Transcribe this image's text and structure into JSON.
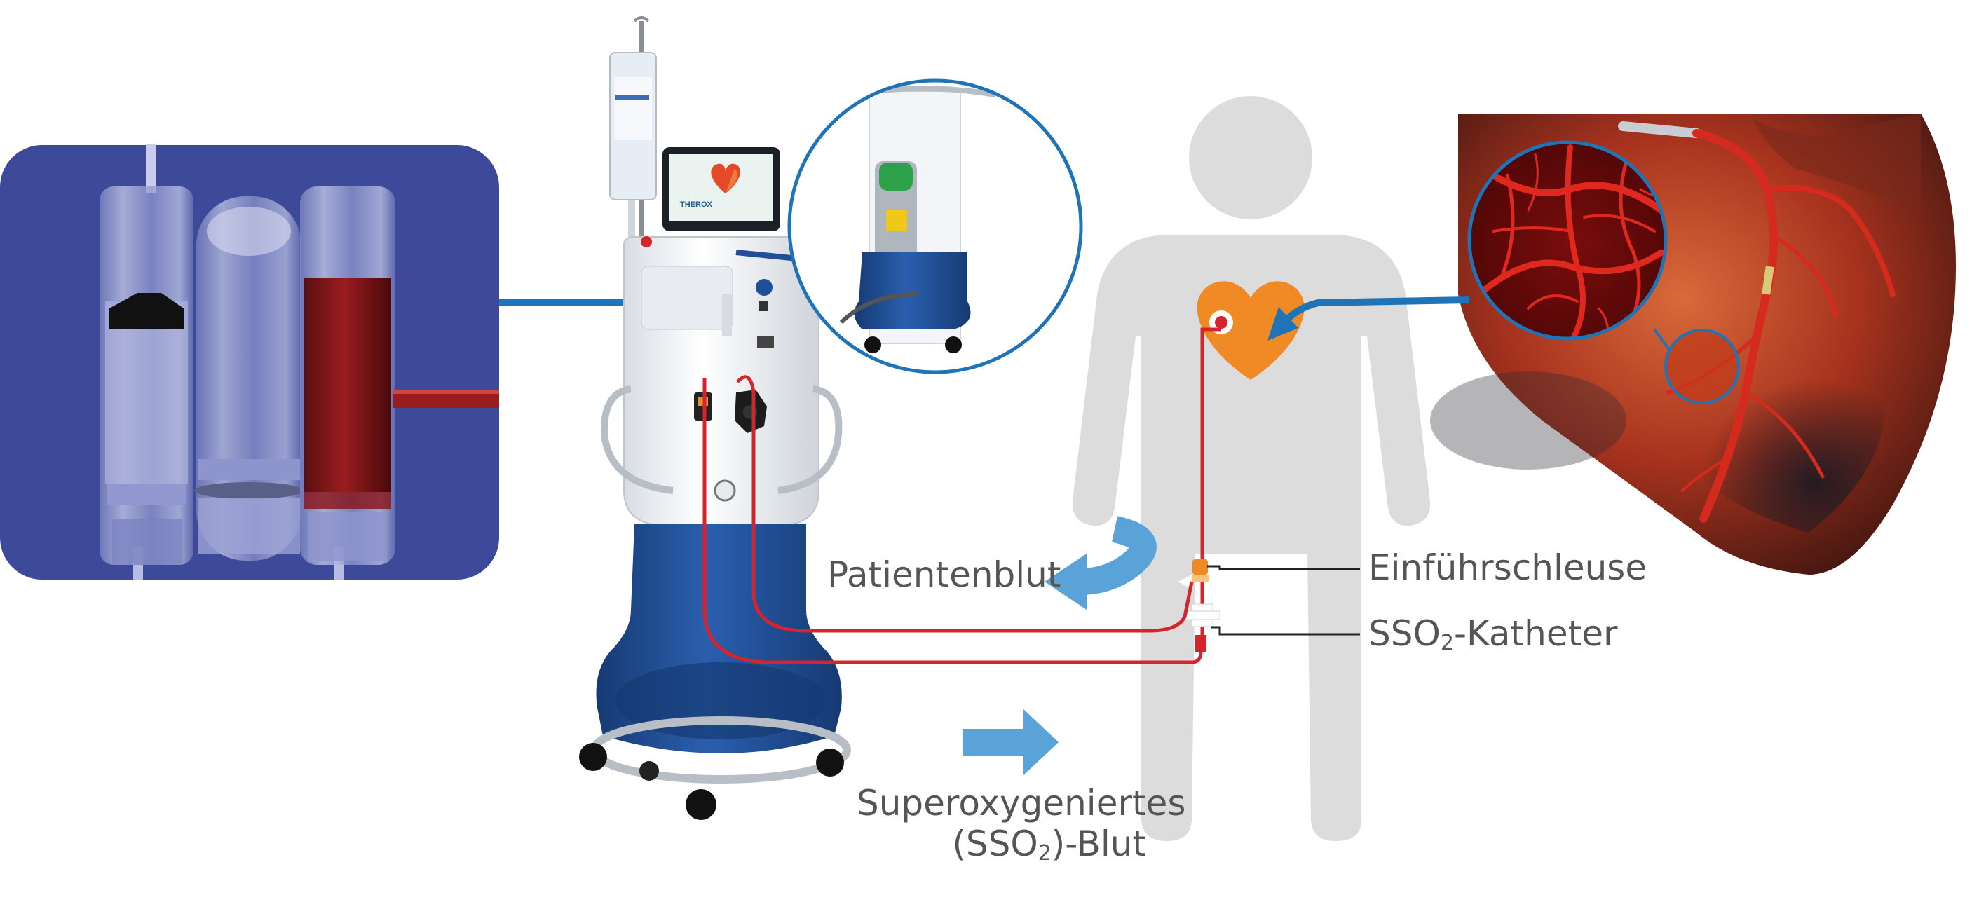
{
  "labels": {
    "patient_blood": "Patientenblut",
    "sheath": "Einführschleuse",
    "catheter_prefix": "SSO",
    "catheter_sub": "2",
    "catheter_suffix": "-Katheter",
    "sso2_line1": "Superoxygeniertes",
    "sso2_line2_prefix": "(SSO",
    "sso2_line2_sub": "2",
    "sso2_line2_suffix": ")-Blut"
  },
  "device": {
    "screen_brand": "THEROX"
  },
  "colors": {
    "panel_blue": "#3d4a9a",
    "arrow_blue": "#1f73b7",
    "arrow_light_blue": "#5aa3d9",
    "heart_orange": "#f08a24",
    "tube_red": "#d4252e",
    "body_gray": "#dcdcdc",
    "device_blue": "#1f4f96",
    "label_gray": "#555555"
  },
  "icons": {
    "patient_blood_arrow": "curved-arrow-left-icon",
    "sso2_arrow": "arrow-right-icon",
    "heart": "heart-icon"
  }
}
